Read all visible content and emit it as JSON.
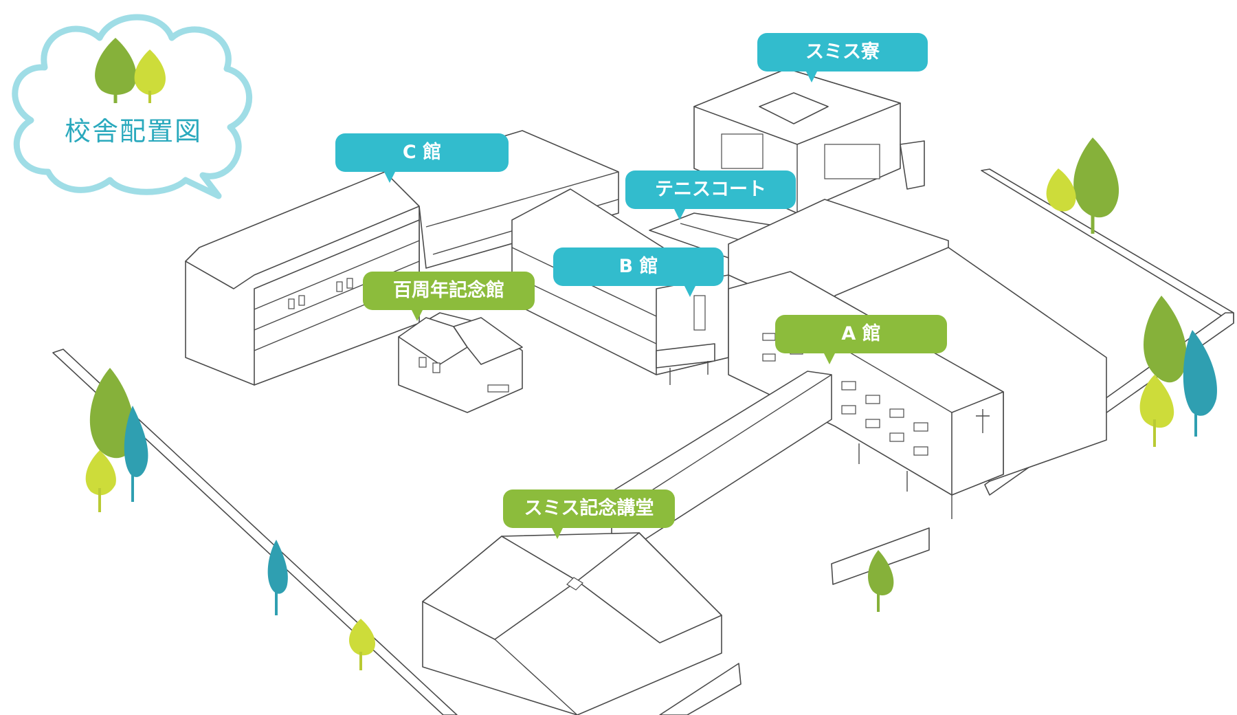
{
  "map": {
    "title": "校舎配置図",
    "colors": {
      "label_blue": "#32bccd",
      "label_green": "#8cbc3c",
      "cloud_border": "#9fdde6",
      "tree_dark_green": "#86b13a",
      "tree_lime": "#cddc3a",
      "tree_teal": "#2f9fb1"
    },
    "labels": [
      {
        "id": "smith-dormitory",
        "text": "スミス寮",
        "color": "blue"
      },
      {
        "id": "c-building",
        "text": "C 館",
        "color": "blue"
      },
      {
        "id": "tennis-court",
        "text": "テニスコート",
        "color": "blue"
      },
      {
        "id": "b-building",
        "text": "B 館",
        "color": "blue"
      },
      {
        "id": "centennial-hall",
        "text": "百周年記念館",
        "color": "green"
      },
      {
        "id": "a-building",
        "text": "A 館",
        "color": "green"
      },
      {
        "id": "smith-memorial-auditorium",
        "text": "スミス記念講堂",
        "color": "green"
      }
    ]
  }
}
